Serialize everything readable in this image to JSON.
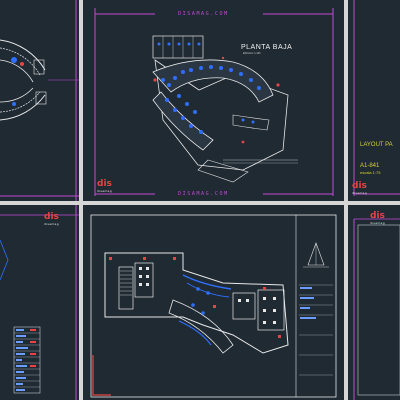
{
  "brand": {
    "logo_text": "dis",
    "logo_sub": "disamag"
  },
  "sheets": {
    "top_center": {
      "site_top": "DISAMAG.COM",
      "site_bottom": "DISAMAG.COM",
      "plan_title": "PLANTA BAJA",
      "plan_scale": "ESCALA: 1:100"
    },
    "top_right": {
      "label_1": "LAYOUT PA",
      "label_2": "A1-841",
      "label_3": "escala 1:75"
    }
  },
  "colors": {
    "sheet_bg": "#1f2a33",
    "frame_magenta": "#c04bd6",
    "plan_blue": "#2f6fff",
    "plan_red": "#e64545",
    "plan_white": "#e8e8e8",
    "gap_gray": "#d6d6d6"
  }
}
